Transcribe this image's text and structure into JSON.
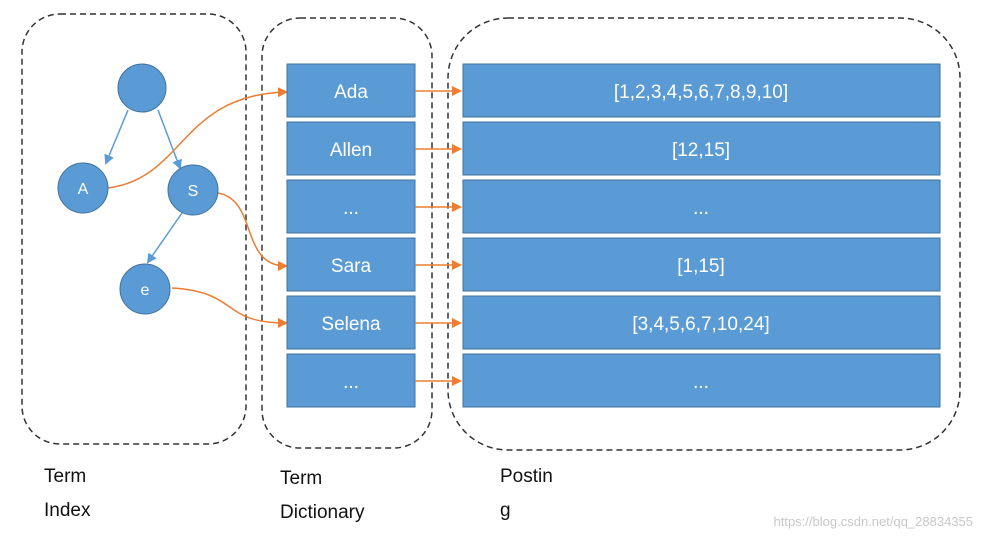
{
  "tree": {
    "root_label": "",
    "node_a": "A",
    "node_s": "S",
    "node_e": "e"
  },
  "dictionary": [
    "Ada",
    "Allen",
    "...",
    "Sara",
    "Selena",
    "..."
  ],
  "postings": [
    "[1,2,3,4,5,6,7,8,9,10]",
    "[12,15]",
    "...",
    "[1,15]",
    "[3,4,5,6,7,10,24]",
    "..."
  ],
  "captions": {
    "term_index_1": "Term",
    "term_index_2": "Index",
    "term_dict_1": "Term",
    "term_dict_2": "Dictionary",
    "postings_1": "Postin",
    "postings_2": "g"
  },
  "watermark": "https://blog.csdn.net/qq_28834355",
  "colors": {
    "node_fill": "#5b9bd5",
    "box_fill": "#5b9bd5",
    "box_stroke": "#41719c",
    "orange_arrow": "#ed7d31",
    "blue_arrow": "#5b9bd5",
    "dashed_border": "#333333",
    "text_white": "#ffffff"
  }
}
